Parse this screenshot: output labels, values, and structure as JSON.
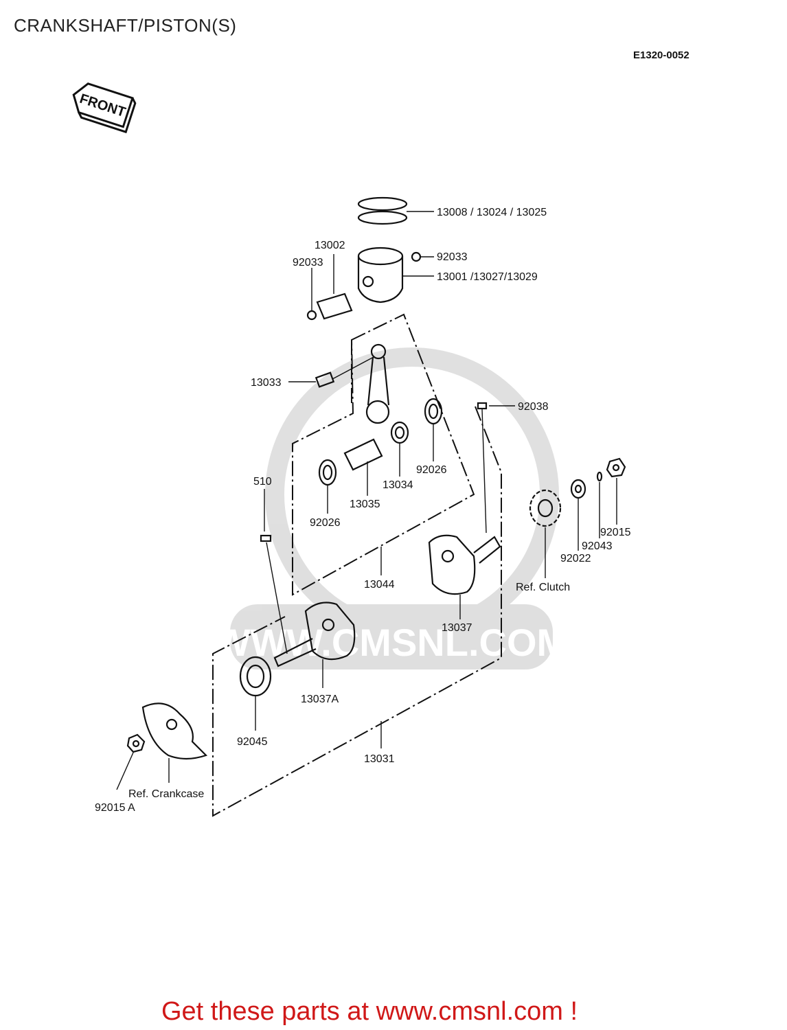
{
  "page": {
    "title": "CRANKSHAFT/PISTON(S)",
    "diagram_code": "E1320-0052",
    "front_label": "FRONT",
    "watermark": "WWW.CMSNL.COM",
    "footer": "Get these parts at www.cmsnl.com !"
  },
  "callouts": {
    "rings": "13008 / 13024 / 13025",
    "pin": "13002",
    "clip_left": "92033",
    "clip_right": "92033",
    "piston": "13001 /13027/13029",
    "small_end_bearing": "13033",
    "key_right": "92038",
    "washer_right": "92026",
    "big_end_bearing": "13034",
    "crank_pin": "13035",
    "washer_left": "92026",
    "key_left": "510",
    "conrod_assy": "13044",
    "flywheel_right": "13037",
    "gear_ref": "Ref. Clutch",
    "gear_washer": "92022",
    "gear_key": "92043",
    "gear_nut": "92015",
    "flywheel_left": "13037A",
    "main_bearing": "92045",
    "crankshaft_assy": "13031",
    "crankcase_ref": "Ref. Crankcase",
    "nut_left": "92015 A"
  }
}
